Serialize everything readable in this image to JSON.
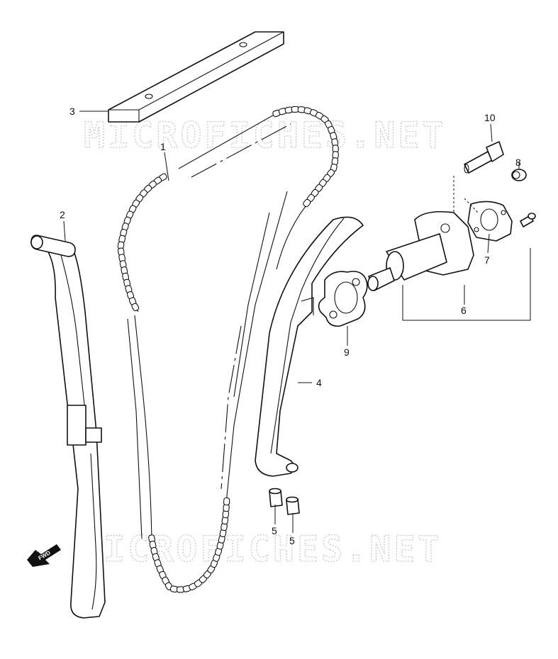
{
  "diagram": {
    "watermarks": [
      "MICROFICHES.NET",
      "MICROFICHES.NET"
    ],
    "direction_badge": "FWD",
    "callouts": [
      {
        "id": "1",
        "label": "1"
      },
      {
        "id": "2",
        "label": "2"
      },
      {
        "id": "3",
        "label": "3"
      },
      {
        "id": "4",
        "label": "4"
      },
      {
        "id": "5a",
        "label": "5"
      },
      {
        "id": "5b",
        "label": "5"
      },
      {
        "id": "6",
        "label": "6"
      },
      {
        "id": "7",
        "label": "7"
      },
      {
        "id": "8",
        "label": "8"
      },
      {
        "id": "9",
        "label": "9"
      },
      {
        "id": "10",
        "label": "10"
      }
    ]
  }
}
